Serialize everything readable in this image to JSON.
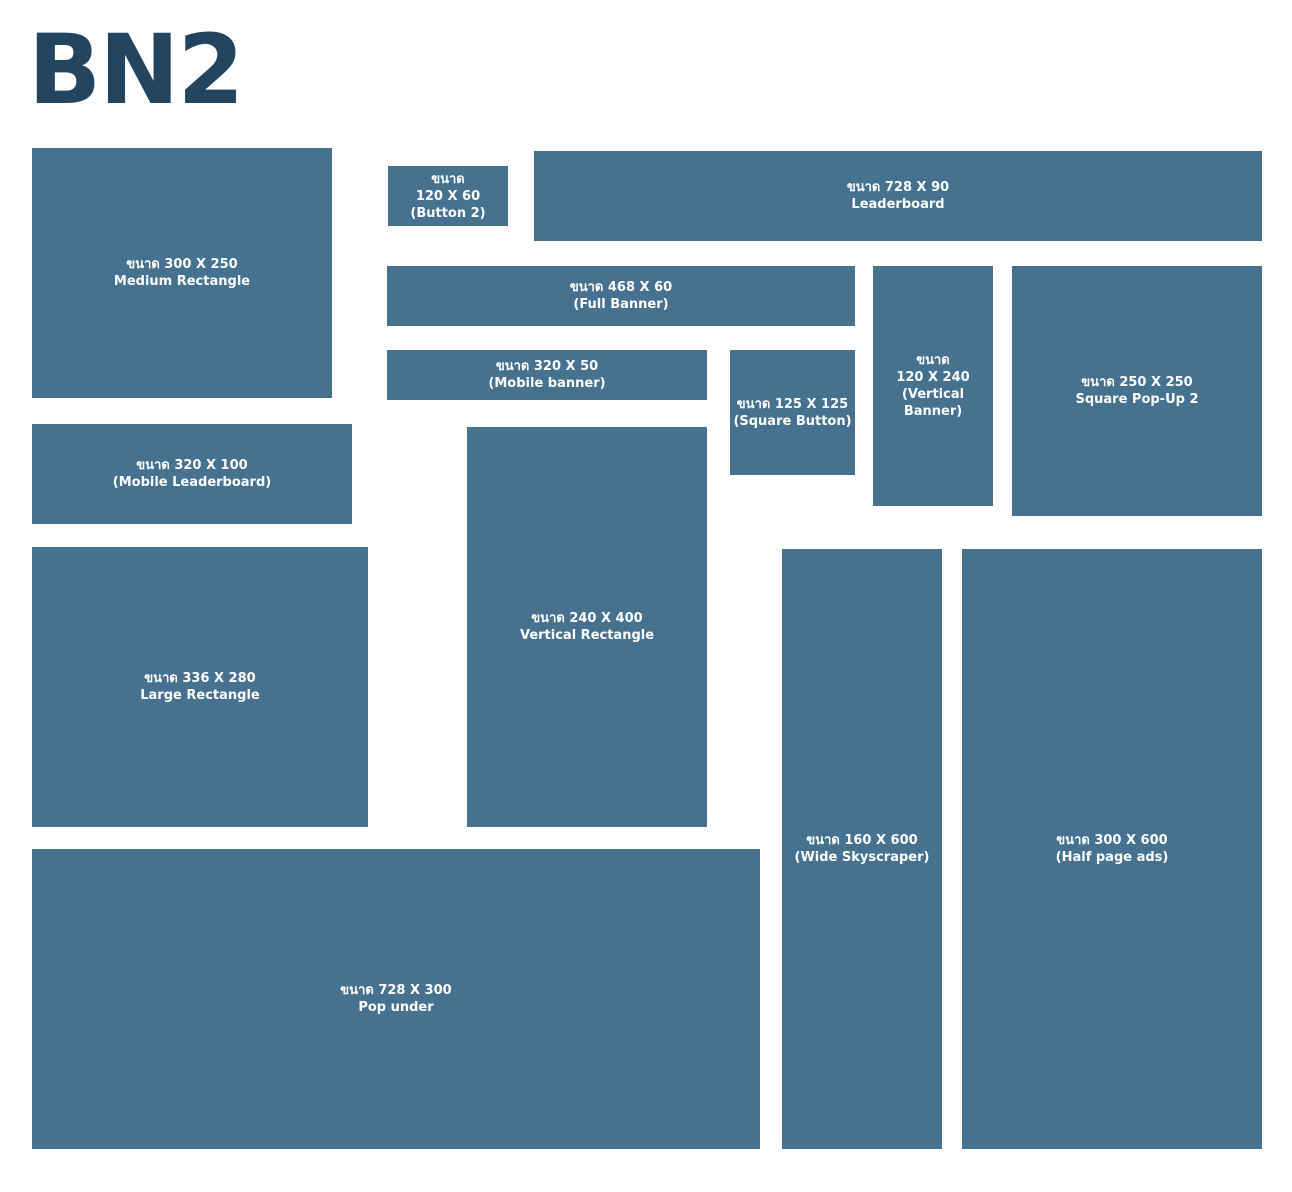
{
  "title": "BN2",
  "colors": {
    "box": "#46728f",
    "title": "#234560"
  },
  "banners": [
    {
      "lines": [
        "ขนาด 300 X 250",
        "Medium Rectangle"
      ]
    },
    {
      "lines": [
        "ขนาด",
        "120 X 60",
        "(Button 2)"
      ]
    },
    {
      "lines": [
        "ขนาด 728 X 90",
        "Leaderboard"
      ]
    },
    {
      "lines": [
        "ขนาด 468 X 60",
        "(Full Banner)"
      ]
    },
    {
      "lines": [
        "ขนาด",
        "120 X 240",
        "(Vertical Banner)"
      ]
    },
    {
      "lines": [
        "ขนาด 250 X 250",
        "Square Pop-Up 2"
      ]
    },
    {
      "lines": [
        "ขนาด 320 X 50",
        "(Mobile banner)"
      ]
    },
    {
      "lines": [
        "ขนาด 125 X 125",
        "(Square Button)"
      ]
    },
    {
      "lines": [
        "ขนาด 320 X 100",
        "(Mobile Leaderboard)"
      ]
    },
    {
      "lines": [
        "ขนาด 240 X 400",
        "Vertical Rectangle"
      ]
    },
    {
      "lines": [
        "ขนาด 336 X 280",
        "Large Rectangle"
      ]
    },
    {
      "lines": [
        "ขนาด 160 X 600",
        "(Wide Skyscraper)"
      ]
    },
    {
      "lines": [
        "ขนาด 300 X 600",
        "(Half page ads)"
      ]
    },
    {
      "lines": [
        "ขนาด 728 X 300",
        "Pop under"
      ]
    }
  ]
}
